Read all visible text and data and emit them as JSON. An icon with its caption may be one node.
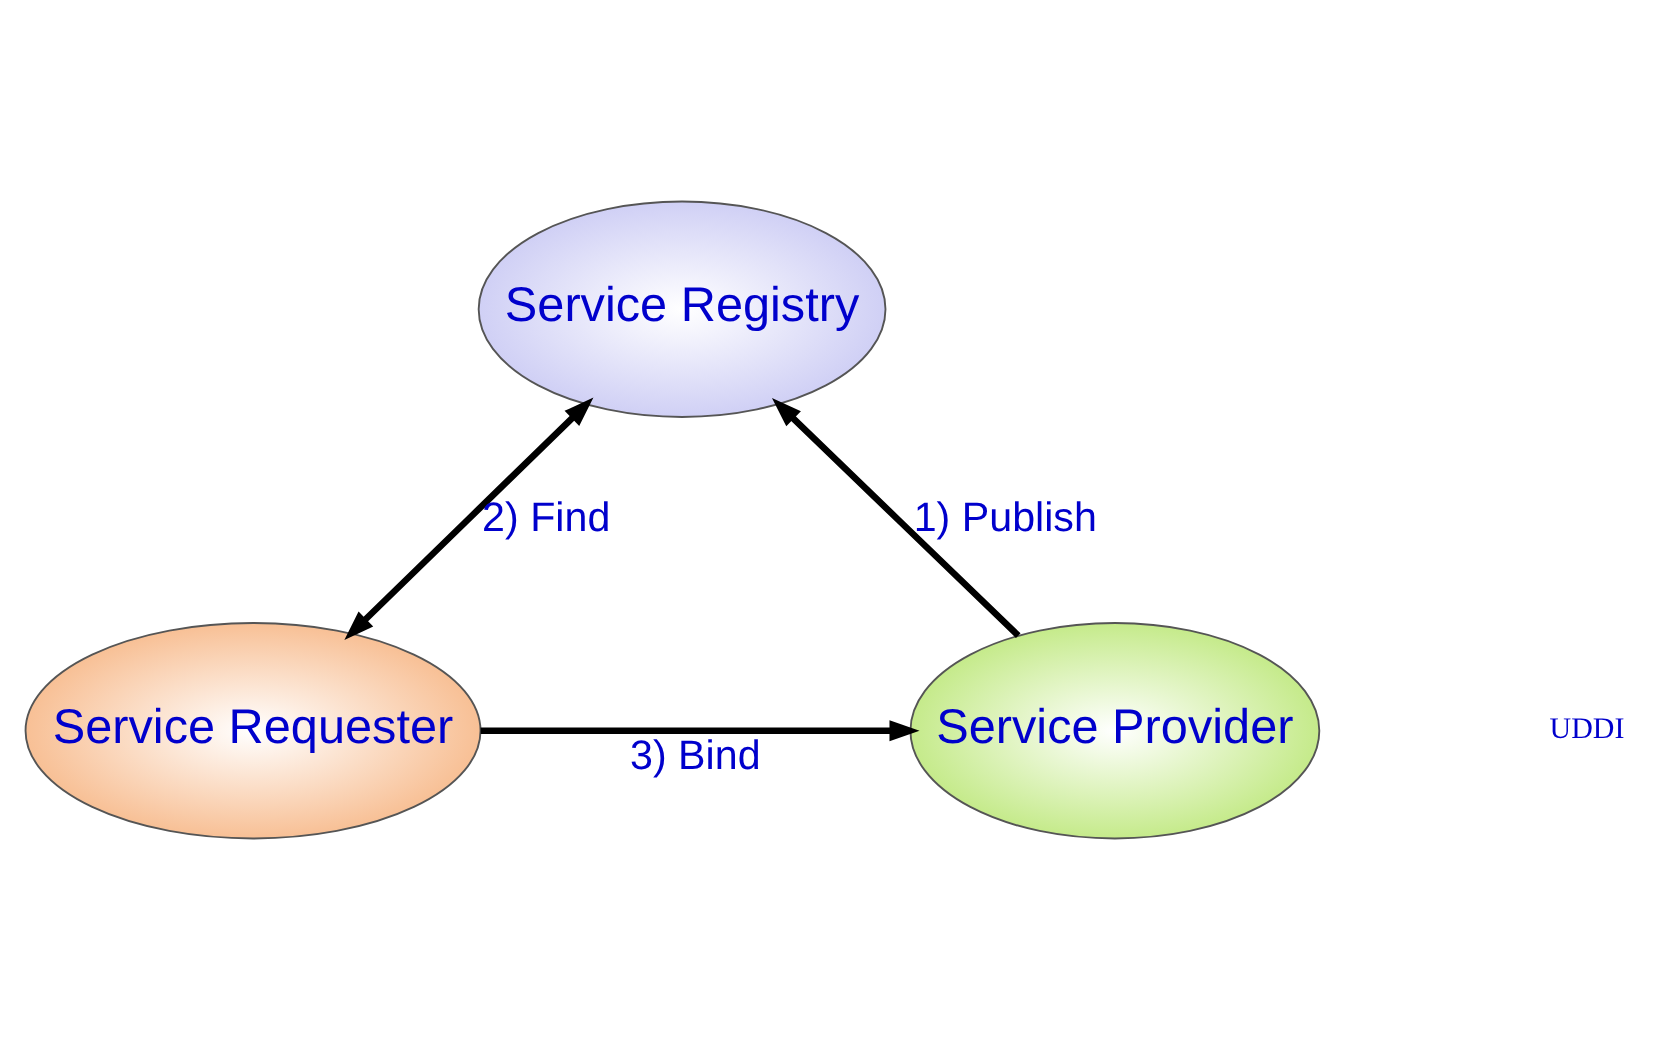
{
  "diagram": {
    "nodes": [
      {
        "text": [
          "Service Registry"
        ]
      },
      {
        "text": [
          "Service Requester"
        ]
      },
      {
        "text": [
          "Service Provider"
        ]
      }
    ],
    "edges": [
      {
        "from": 1,
        "to": 0,
        "arrow": "both",
        "label": "2) Find"
      },
      {
        "from": 2,
        "to": 0,
        "arrow": "to",
        "label": "1) Publish"
      },
      {
        "from": 1,
        "to": 2,
        "arrow": "to",
        "label": "3) Bind"
      }
    ],
    "labels": [
      "UDDI"
    ]
  }
}
